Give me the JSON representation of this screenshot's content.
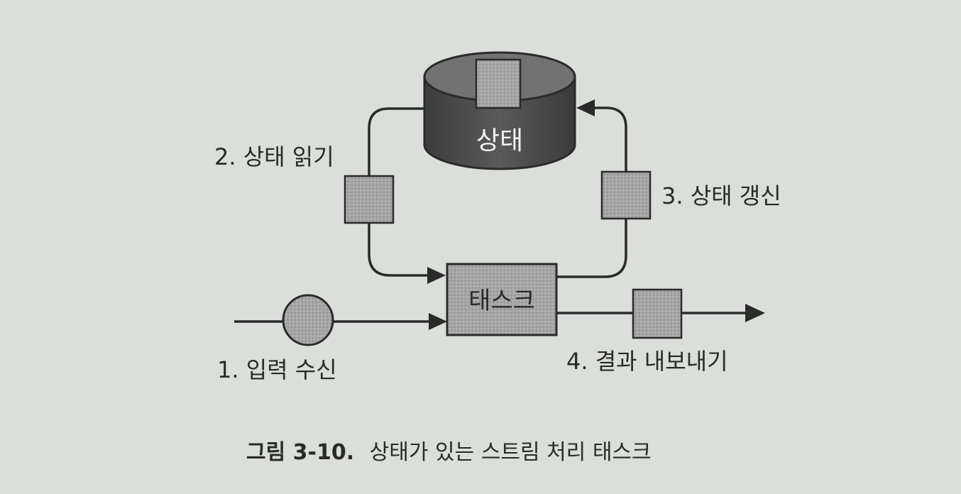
{
  "diagram": {
    "state_store": {
      "label": "상태"
    },
    "task": {
      "label": "태스크"
    },
    "steps": {
      "receive": "1. 입력 수신",
      "read": "2. 상태 읽기",
      "update": "3. 상태 갱신",
      "emit": "4. 결과 내보내기"
    }
  },
  "caption": {
    "figure_no": "그림 3-10.",
    "title": "상태가 있는 스트림 처리 태스크"
  }
}
